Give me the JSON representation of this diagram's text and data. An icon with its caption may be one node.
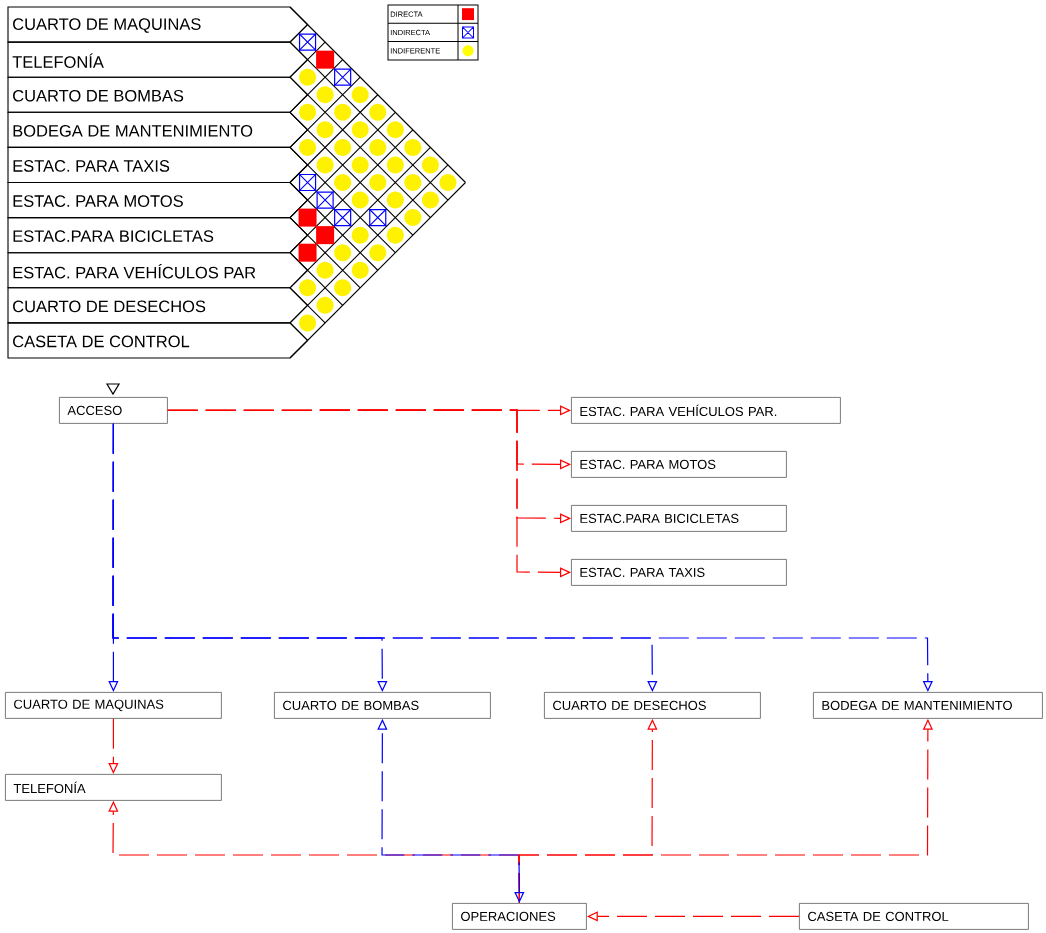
{
  "diagram": {
    "nodes": [
      {
        "text": [
          "CUARTO DE MAQUINAS"
        ]
      },
      {
        "text": [
          "TELEFONÍA"
        ]
      },
      {
        "text": [
          "CUARTO DE BOMBAS"
        ]
      },
      {
        "text": [
          "BODEGA DE MANTENIMIENTO"
        ]
      },
      {
        "text": [
          "ESTAC. PARA TAXIS"
        ]
      },
      {
        "text": [
          "ESTAC. PARA MOTOS"
        ]
      },
      {
        "text": [
          "ESTAC.PARA BICICLETAS"
        ]
      },
      {
        "text": [
          "ESTAC. PARA VEHÍCULOS PAR"
        ]
      },
      {
        "text": [
          "CUARTO DE DESECHOS"
        ]
      },
      {
        "text": [
          "CASETA DE CONTROL"
        ]
      },
      {
        "text": [],
        "shape": "cross"
      },
      {
        "text": [],
        "shape": "square"
      },
      {
        "text": [],
        "shape": "circle"
      },
      {
        "text": [],
        "shape": "cross"
      },
      {
        "text": [],
        "shape": "circle"
      },
      {
        "text": [],
        "shape": "circle"
      },
      {
        "text": [],
        "shape": "circle"
      },
      {
        "text": [],
        "shape": "circle"
      },
      {
        "text": [],
        "shape": "circle"
      },
      {
        "text": [],
        "shape": "circle"
      },
      {
        "text": [],
        "shape": "circle"
      },
      {
        "text": [],
        "shape": "circle"
      },
      {
        "text": [],
        "shape": "circle"
      },
      {
        "text": [],
        "shape": "circle"
      },
      {
        "text": [],
        "shape": "circle"
      },
      {
        "text": [],
        "shape": "circle"
      },
      {
        "text": [],
        "shape": "circle"
      },
      {
        "text": [],
        "shape": "circle"
      },
      {
        "text": [],
        "shape": "circle"
      },
      {
        "text": [],
        "shape": "circle"
      },
      {
        "text": [],
        "shape": "cross"
      },
      {
        "text": [],
        "shape": "circle"
      },
      {
        "text": [],
        "shape": "circle"
      },
      {
        "text": [],
        "shape": "circle"
      },
      {
        "text": [],
        "shape": "circle"
      },
      {
        "text": [],
        "shape": "cross"
      },
      {
        "text": [],
        "shape": "circle"
      },
      {
        "text": [],
        "shape": "circle"
      },
      {
        "text": [],
        "shape": "circle"
      },
      {
        "text": [],
        "shape": "square"
      },
      {
        "text": [],
        "shape": "cross"
      },
      {
        "text": [],
        "shape": "cross"
      },
      {
        "text": [],
        "shape": "circle"
      },
      {
        "text": [],
        "shape": "square"
      },
      {
        "text": [],
        "shape": "circle"
      },
      {
        "text": [],
        "shape": "circle"
      },
      {
        "text": [],
        "shape": "square"
      },
      {
        "text": [],
        "shape": "circle"
      },
      {
        "text": [],
        "shape": "circle"
      },
      {
        "text": [],
        "shape": "circle"
      },
      {
        "text": [],
        "shape": "circle"
      },
      {
        "text": [],
        "shape": "circle"
      },
      {
        "text": [],
        "shape": "circle"
      },
      {
        "text": [],
        "shape": "circle"
      },
      {
        "text": [],
        "shape": "circle"
      },
      {
        "text": [
          "ACCESO"
        ]
      },
      {
        "text": [
          "ESTAC. PARA VEHÍCULOS PAR."
        ]
      },
      {
        "text": [
          "ESTAC. PARA MOTOS"
        ]
      },
      {
        "text": [
          "ESTAC.PARA BICICLETAS"
        ]
      },
      {
        "text": [
          "ESTAC. PARA TAXIS"
        ]
      },
      {
        "text": [
          "CUARTO DE MAQUINAS"
        ]
      },
      {
        "text": [
          "CUARTO DE BOMBAS"
        ]
      },
      {
        "text": [
          "CUARTO DE DESECHOS"
        ]
      },
      {
        "text": [
          "BODEGA DE MANTENIMIENTO"
        ]
      },
      {
        "text": [
          "TELEFONÍA"
        ]
      },
      {
        "text": [
          "OPERACIONES"
        ]
      },
      {
        "text": [
          "CASETA DE CONTROL"
        ]
      }
    ],
    "edges": [
      {
        "from": 55,
        "to": 56,
        "arrow": "to",
        "style": "dashed"
      },
      {
        "from": 55,
        "to": 57,
        "arrow": "to",
        "style": "dashed"
      },
      {
        "from": 55,
        "to": 58,
        "arrow": "to",
        "style": "dashed"
      },
      {
        "from": 55,
        "to": 59,
        "arrow": "to",
        "style": "dashed"
      },
      {
        "from": 55,
        "to": 60,
        "arrow": "to",
        "style": "dashed",
        "color": "#0000ff"
      },
      {
        "from": 55,
        "to": 61,
        "arrow": "to",
        "style": "dashed",
        "color": "#0000ff"
      },
      {
        "from": 55,
        "to": 62,
        "arrow": "to",
        "style": "dashed",
        "color": "#0000ff"
      },
      {
        "from": 55,
        "to": 63,
        "arrow": "to",
        "style": "dashed",
        "color": "#0000ff"
      },
      {
        "from": 60,
        "to": 64,
        "arrow": "to",
        "style": "dashed"
      },
      {
        "from": 65,
        "to": 64,
        "arrow": "to",
        "style": "dashed"
      },
      {
        "from": 65,
        "to": 61,
        "arrow": "both",
        "style": "dashed",
        "color": "#0000ff"
      },
      {
        "from": 65,
        "to": 62,
        "arrow": "to",
        "style": "dashed"
      },
      {
        "from": 65,
        "to": 63,
        "arrow": "to",
        "style": "dashed"
      },
      {
        "from": 66,
        "to": 65,
        "arrow": "to",
        "style": "dashed"
      }
    ],
    "legend": [
      {
        "text": "DIRECTA",
        "color": "#ff0000"
      },
      {
        "text": "INDIRECTA"
      },
      {
        "text": "INDIFERENTE",
        "color": "#ffff00"
      }
    ]
  }
}
